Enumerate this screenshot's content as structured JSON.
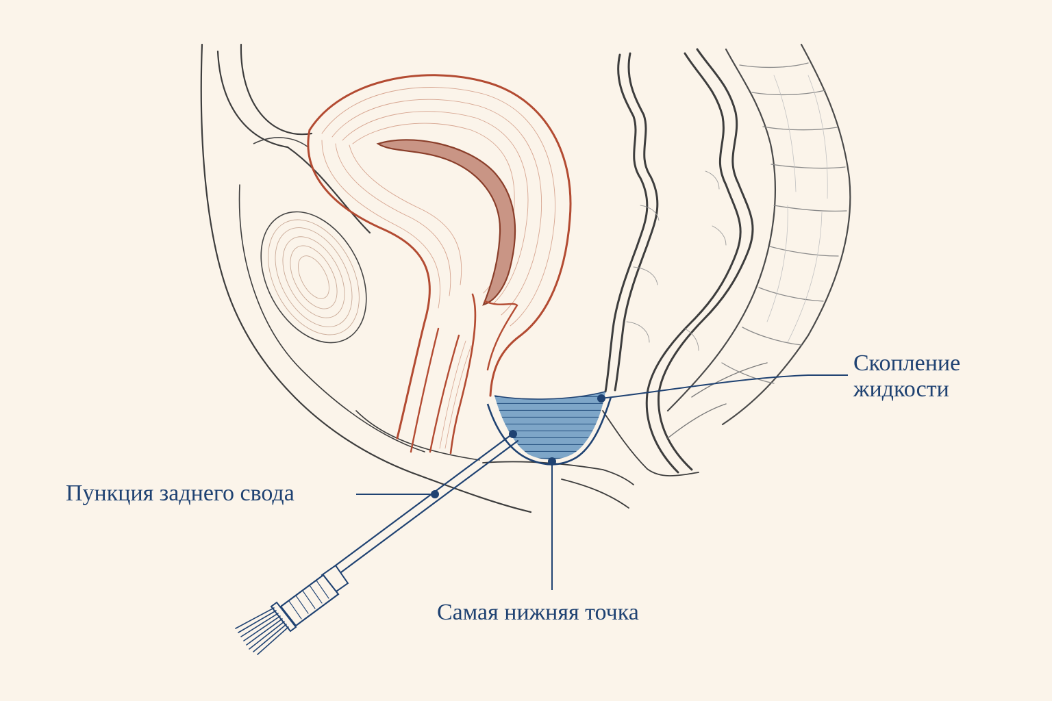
{
  "labels": {
    "fluid_line1": "Скопление",
    "fluid_line2": "жидкости",
    "puncture": "Пункция заднего свода",
    "lowest_point": "Самая нижняя точка"
  },
  "colors": {
    "background": "#fbf4ea",
    "outline": "#3d3d3d",
    "uterus": "#b34b32",
    "accent": "#1f4272",
    "fluid_fill": "#6f9ac0"
  }
}
